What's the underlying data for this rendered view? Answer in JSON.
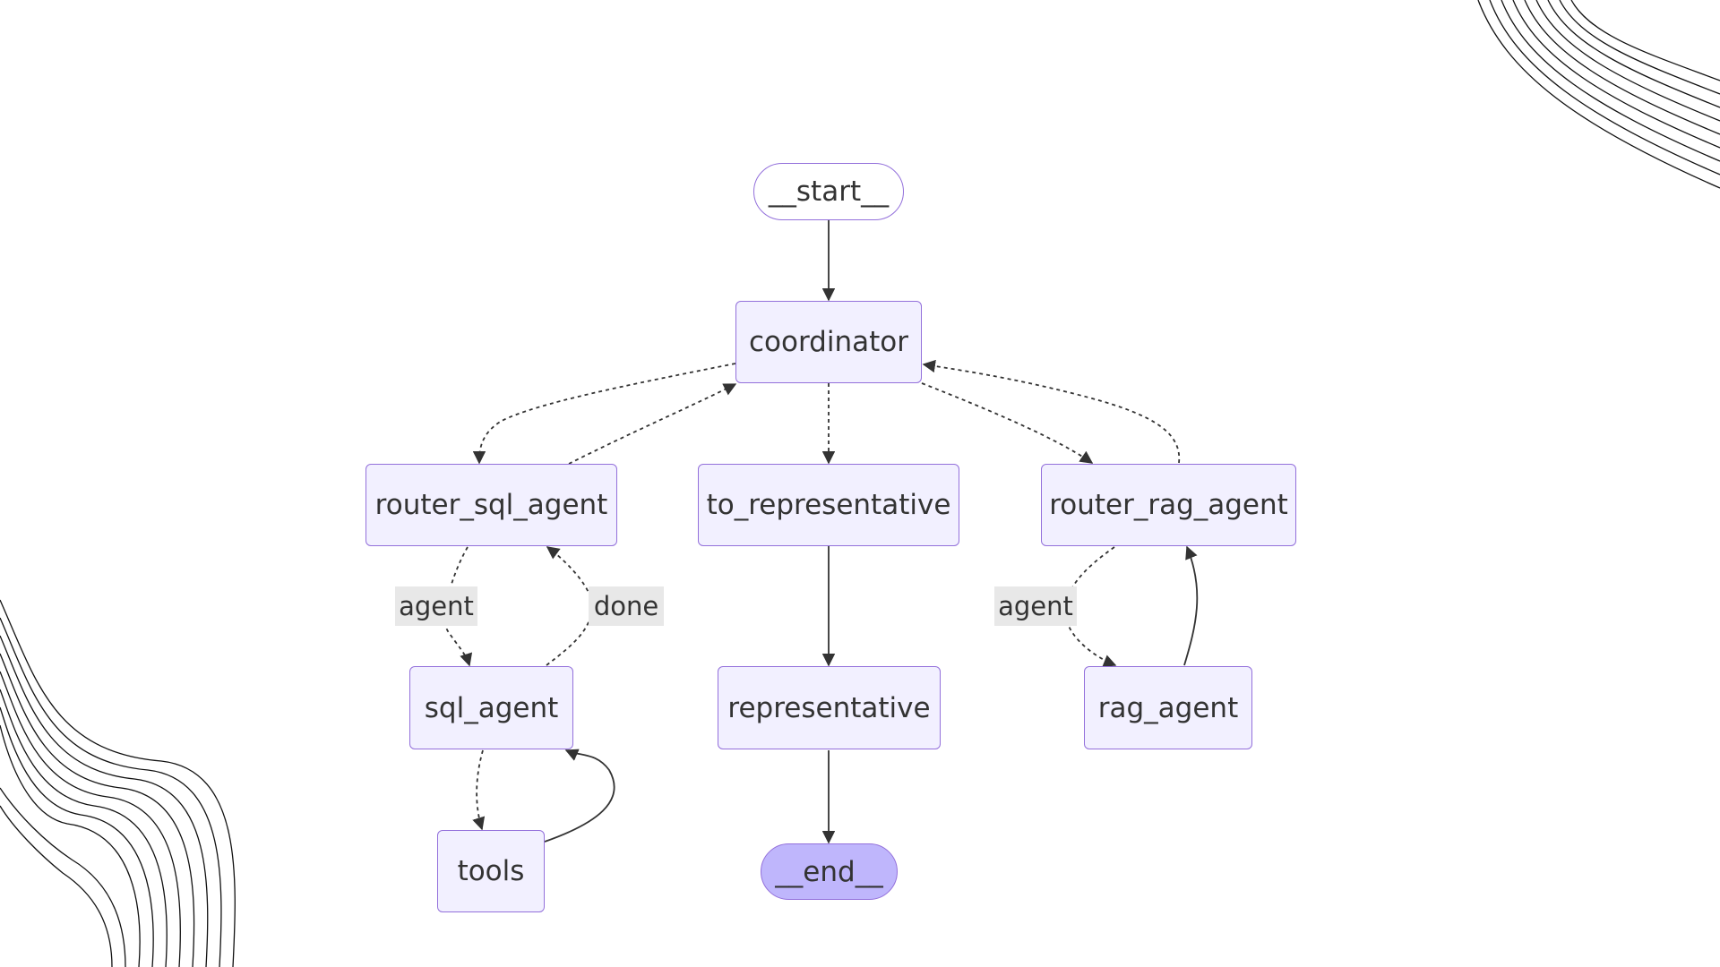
{
  "nodes": {
    "start": "__start__",
    "coordinator": "coordinator",
    "router_sql_agent": "router_sql_agent",
    "to_representative": "to_representative",
    "router_rag_agent": "router_rag_agent",
    "sql_agent": "sql_agent",
    "representative": "representative",
    "rag_agent": "rag_agent",
    "tools": "tools",
    "end": "__end__"
  },
  "edge_labels": {
    "sql_agent_branch": "agent",
    "sql_done_branch": "done",
    "rag_agent_branch": "agent"
  },
  "colors": {
    "node_fill": "#f2f0ff",
    "node_border": "#9370db",
    "end_fill": "#bfb6fc",
    "edge": "#333333"
  }
}
